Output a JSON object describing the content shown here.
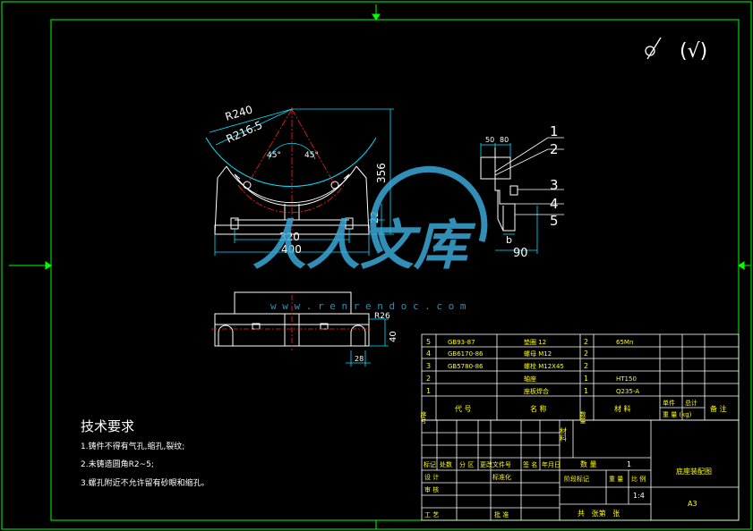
{
  "colors": {
    "background": "#000000",
    "frame": "#00ff00",
    "part": "#ffffff",
    "dimension": "#00e5ff",
    "center": "#ff2020",
    "table": "#ffffff",
    "table_text": "#ffff00",
    "watermark": "#3aa7d8"
  },
  "roughness": {
    "symbol": "✓",
    "paren": "(√)"
  },
  "front_view": {
    "r_outer": "R240",
    "r_inner": "R216.5",
    "angle_left": "45°",
    "angle_right": "45°",
    "dim_height": "356",
    "dim_22": "22",
    "dim_320": "320",
    "dim_400": "400"
  },
  "side_view": {
    "dim_50": "50",
    "dim_80": "80",
    "dim_b": "b",
    "dim_90": "90",
    "balloons": [
      "1",
      "2",
      "3",
      "4",
      "5"
    ]
  },
  "top_view": {
    "dim_r26": "R26",
    "dim_40": "40",
    "dim_28": "28"
  },
  "watermark": {
    "brand": "人人文库",
    "url": "w w w . r e n r e n d o c . c o m"
  },
  "tech_req": {
    "title": "技术要求",
    "items": [
      "1.铸件不得有气孔,缩孔,裂纹;",
      "2.未铸造圆角R2~5;",
      "3.螺孔附近不允许留有砂眼和缩孔。"
    ]
  },
  "bom": {
    "rows": [
      {
        "no": "5",
        "code": "GB93-87",
        "name": "垫圈 12",
        "qty": "2",
        "material": "65Mn"
      },
      {
        "no": "4",
        "code": "GB6170-86",
        "name": "螺母 M12",
        "qty": "2",
        "material": ""
      },
      {
        "no": "3",
        "code": "GB5780-86",
        "name": "螺栓 M12X45",
        "qty": "2",
        "material": ""
      },
      {
        "no": "2",
        "code": "",
        "name": "轴座",
        "qty": "1",
        "material": "HT150"
      },
      {
        "no": "1",
        "code": "",
        "name": "座板焊合",
        "qty": "1",
        "material": "Q235-A"
      }
    ],
    "header": {
      "no": "序号",
      "code": "代 号",
      "name": "名 称",
      "qty": "数量",
      "material": "材 料",
      "unit": "单件",
      "total": "总计",
      "weight": "重 量 (kg)",
      "remark": "备 注"
    }
  },
  "title_block": {
    "material_label": "材料",
    "rev_labels": [
      "标记",
      "处数",
      "分 区",
      "更改文件号",
      "签 名",
      "年月日"
    ],
    "qty_label": "数 量",
    "qty_value": "1",
    "drawing_name": "底座装配图",
    "stage_label": "阶段标记",
    "weight_label": "重 量",
    "scale_label": "比 例",
    "scale_value": "1:4",
    "sign_labels": [
      "设 计",
      "标准化",
      "审 核",
      "工 艺",
      "批 准"
    ],
    "sheets": "共   张第   张",
    "size": "A3"
  }
}
